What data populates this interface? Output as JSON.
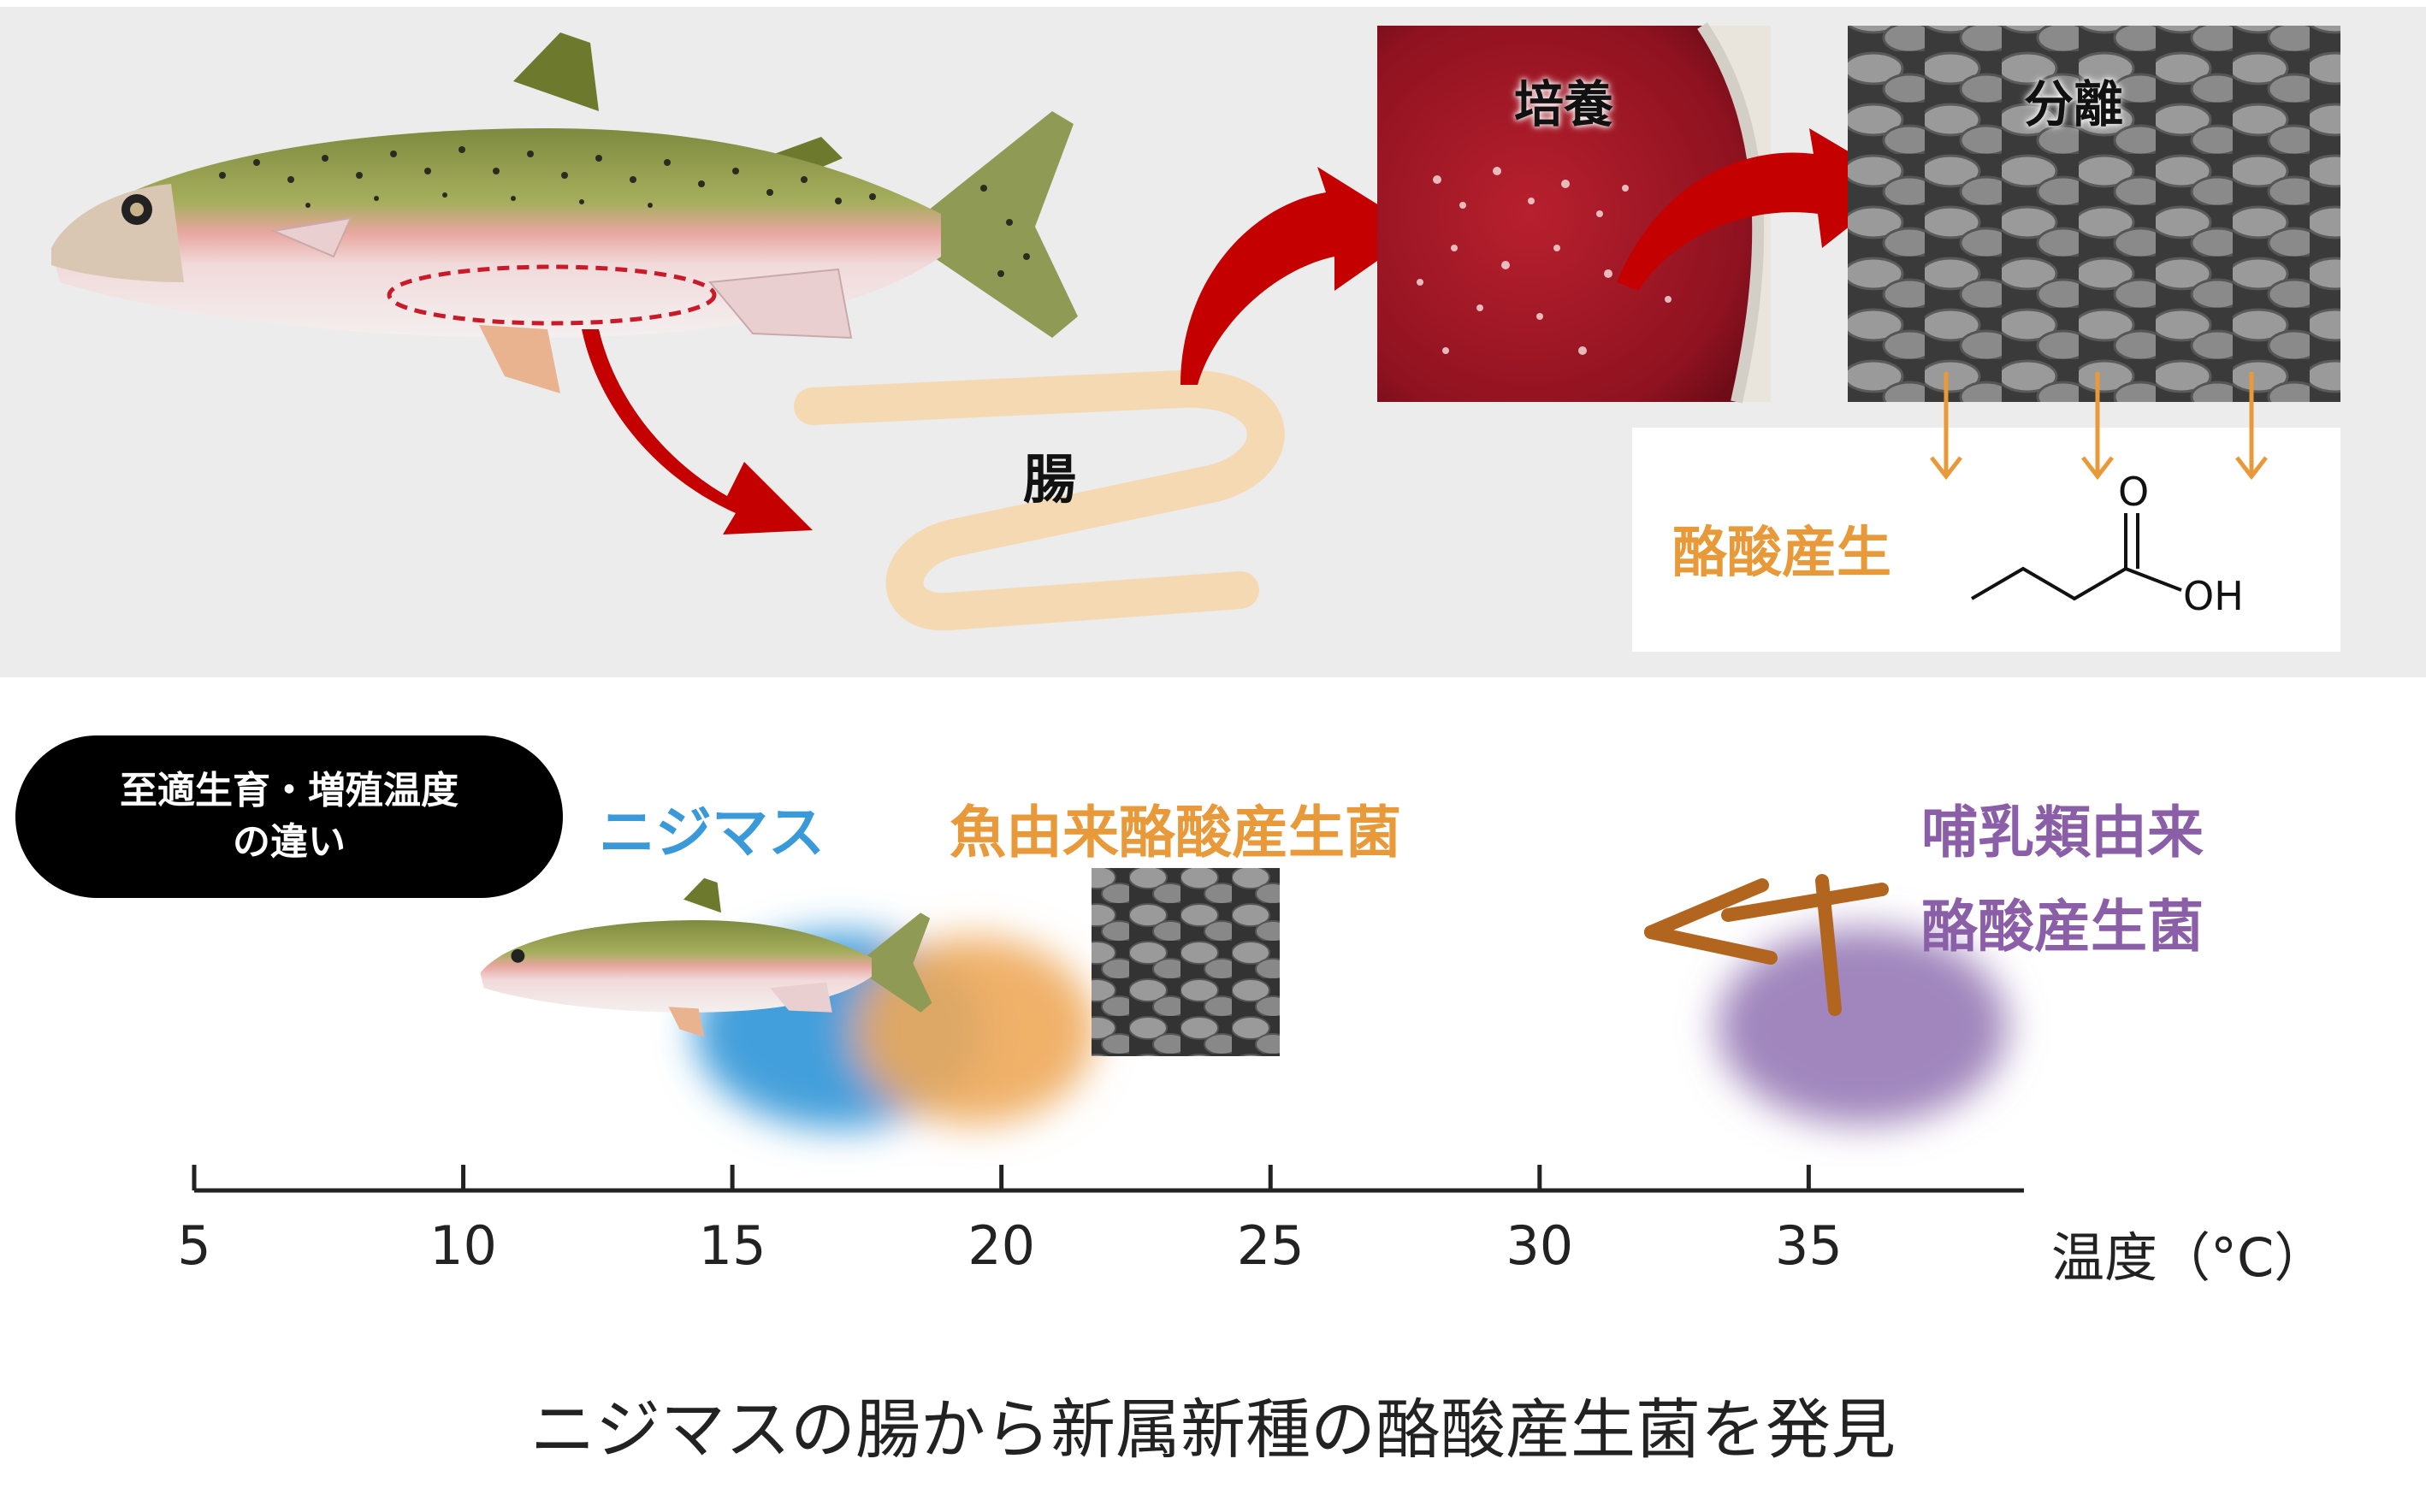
{
  "top": {
    "culture_label": "培養",
    "isolation_label": "分離",
    "intestine_label": "腸",
    "butyrate_label": "酪酸産生",
    "molecule": {
      "o_label": "O",
      "oh_label": "OH"
    }
  },
  "bottom": {
    "pill_line1": "至適生育・増殖温度",
    "pill_line2": "の違い",
    "trout_label": "ニジマス",
    "fish_bacteria_label": "魚由来酪酸産生菌",
    "mammal_bacteria_line1": "哺乳類由来",
    "mammal_bacteria_line2": "酪酸産生菌",
    "axis_unit": "温度（°C）"
  },
  "chart_data": {
    "type": "scatter",
    "xlabel": "温度（°C）",
    "xlim": [
      5,
      39
    ],
    "x_ticks": [
      5,
      10,
      15,
      20,
      25,
      30,
      35
    ],
    "tick_labels": [
      "5",
      "10",
      "15",
      "20",
      "25",
      "30",
      "35"
    ],
    "series": [
      {
        "name": "ニジマス",
        "x_range": [
          14,
          20
        ],
        "color": "#3a9ad9"
      },
      {
        "name": "魚由来酪酸産生菌",
        "x_range": [
          17,
          22
        ],
        "color": "#eea95a"
      },
      {
        "name": "哺乳類由来酪酸産生菌",
        "x_range": [
          33,
          39
        ],
        "color": "#9b7fb8"
      }
    ]
  },
  "caption": "ニジマスの腸から新属新種の酪酸産生菌を発見",
  "colors": {
    "arrow_red": "#c40000",
    "orange": "#e89a3a",
    "blue": "#3a9ad9",
    "purple": "#9b7fb8",
    "panel_bg": "#ececec"
  }
}
